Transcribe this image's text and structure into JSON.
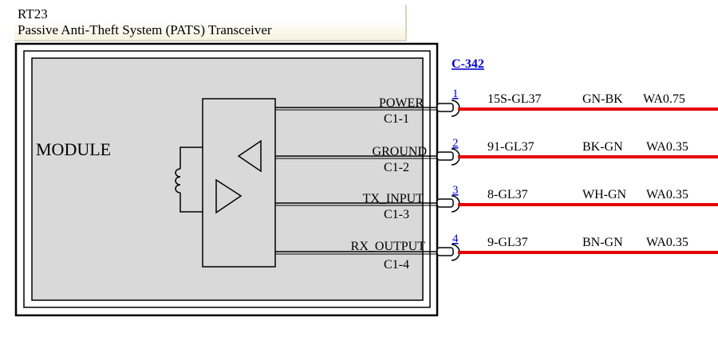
{
  "component": {
    "ref": "RT23",
    "description": "Passive Anti-Theft System (PATS) Transceiver",
    "module_label": "MODULE"
  },
  "connector": {
    "id": "C-342"
  },
  "pins": [
    {
      "pin": "1",
      "signal": "POWER",
      "cavity": "C1-1",
      "circuit": "15S-GL37",
      "color": "GN-BK",
      "wire": "WA0.75"
    },
    {
      "pin": "2",
      "signal": "GROUND",
      "cavity": "C1-2",
      "circuit": "91-GL37",
      "color": "BK-GN",
      "wire": "WA0.35"
    },
    {
      "pin": "3",
      "signal": "TX_INPUT",
      "cavity": "C1-3",
      "circuit": "8-GL37",
      "color": "WH-GN",
      "wire": "WA0.35"
    },
    {
      "pin": "4",
      "signal": "RX_OUTPUT",
      "cavity": "C1-4",
      "circuit": "9-GL37",
      "color": "BN-GN",
      "wire": "WA0.35"
    }
  ],
  "colors": {
    "wire": "#e60000",
    "module_fill": "#d9d9d9",
    "link": "#0000cc"
  }
}
